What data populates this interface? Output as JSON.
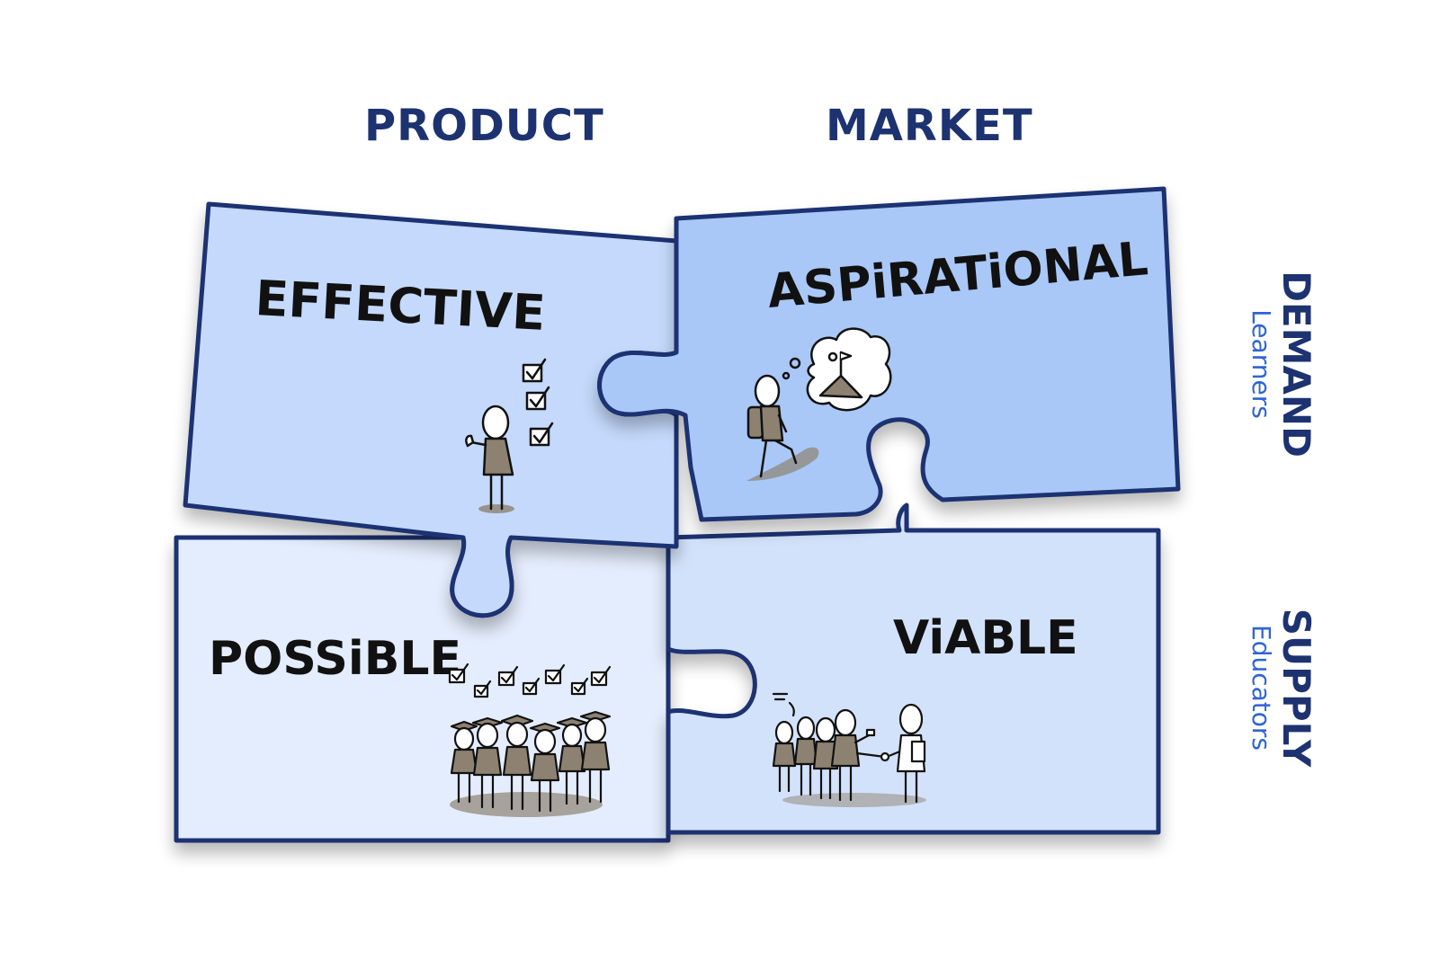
{
  "columns": {
    "product": "PRODUCT",
    "market": "MARKET"
  },
  "rows": {
    "demand": {
      "label": "DEMAND",
      "sub": "Learners"
    },
    "supply": {
      "label": "SUPPLY",
      "sub": "Educators"
    }
  },
  "pieces": {
    "effective": {
      "label": "EFFECTIVE",
      "fill": "#c4d9fb"
    },
    "aspirational": {
      "label": "ASPiRATiONAL",
      "fill": "#a9c8f7"
    },
    "possible": {
      "label": "POSSiBLE",
      "fill": "#e4edfd"
    },
    "viable": {
      "label": "ViABLE",
      "fill": "#d3e2fb"
    }
  },
  "colors": {
    "outline": "#1c3272",
    "ink": "#111111",
    "figure_body": "#8d8171",
    "figure_head": "#ffffff"
  },
  "icons": {
    "effective": "person-thumbs-up-checklist",
    "aspirational": "hiker-dreaming-of-summit",
    "possible": "graduates-crowd-with-checkmarks",
    "viable": "people-handshake-deal"
  }
}
